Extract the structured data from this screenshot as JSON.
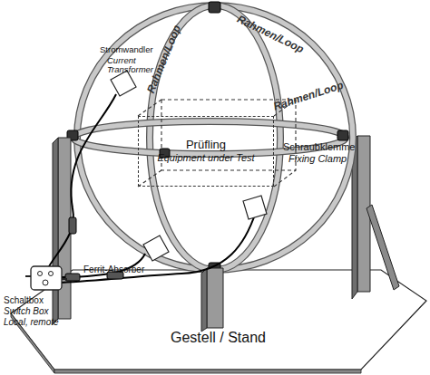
{
  "diagram": {
    "nodes": [
      {
        "text": [
          "Prüfling",
          "Equipment under Test"
        ]
      }
    ],
    "labels": [
      "Rahmen/Loop",
      "Rahmen/Loop",
      "Rahmen/Loop",
      "Stromwandler",
      "Current Transformer",
      "Schraubklemme",
      "Fixing Clamp",
      "Ferrit-Absorber",
      "Schaltbox",
      "Switch Box",
      "Local, remote",
      "Gestell / Stand"
    ]
  }
}
